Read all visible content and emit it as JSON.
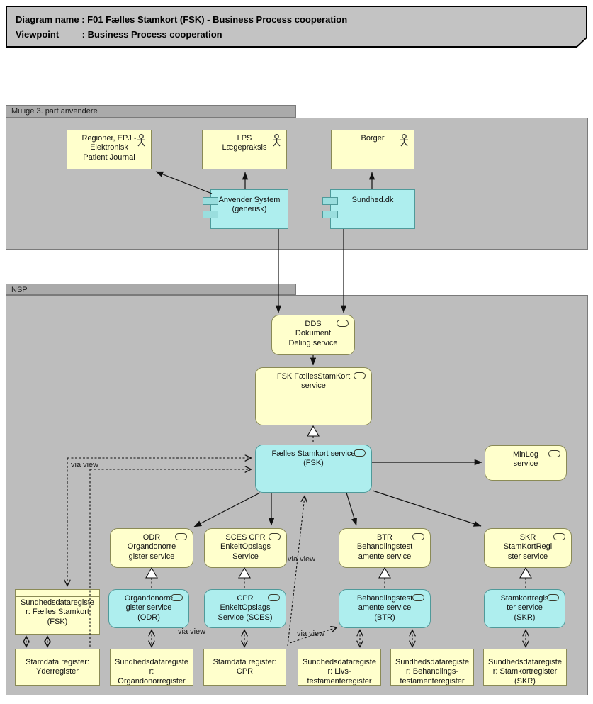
{
  "header": {
    "line1": "Diagram name : F01 Fælles Stamkort (FSK) - Business Process cooperation",
    "line2": "Viewpoint         : Business Process cooperation"
  },
  "groups": {
    "third_party": "Mulige 3. part anvendere",
    "nsp": "NSP"
  },
  "nodes": {
    "regioner": "Regioner, EPJ -\nElektronisk\nPatient Journal",
    "lps": "LPS\nLægepraksis",
    "borger": "Borger",
    "anvender": "Anvender System\n(generisk)",
    "sundhed": "Sundhed.dk",
    "dds": "DDS\nDokument\nDeling service",
    "fsk_srv": "FSK FællesStamKort\nservice",
    "fsk_app": "Fælles Stamkort service\n(FSK)",
    "minlog": "MinLog\nservice",
    "odr": "ODR\nOrgandonorre\ngister service",
    "sces": "SCES CPR\nEnkeltOpslags\nService",
    "btr": "BTR\nBehandlingstest\namente service",
    "skr": "SKR\nStamKortRegi\nster service",
    "odr_app": "Organdonorre\ngister service\n(ODR)",
    "sces_app": "CPR\nEnkeltOpslags\nService (SCES)",
    "btr_app": "Behandlingstest\namente service\n(BTR)",
    "skr_app": "Stamkortregis\nter service\n(SKR)",
    "fsk_obj": "Sundhedsdataregiste\nr: Fælles Stamkort\n(FSK)",
    "yder": "Stamdata register:\nYderregister",
    "organdonor": "Sundhedsdataregiste\nr:\nOrgandonorregister",
    "cpr": "Stamdata register:\nCPR",
    "livs": "Sundhedsdataregiste\nr: Livs-\ntestamenteregister",
    "behandlings": "Sundhedsdataregiste\nr: Behandlings-\ntestamenteregister",
    "stamkort": "Sundhedsdataregiste\nr: Stamkortregister\n(SKR)"
  },
  "labels": {
    "via_view": "via view"
  },
  "colors": {
    "node_yellow": "#ffffcc",
    "node_cyan": "#aeeeee",
    "group_gray": "#bdbdbd",
    "header_gray": "#c3c3c3",
    "border_olive": "#8a8a55",
    "border_teal": "#4f9a9a"
  }
}
